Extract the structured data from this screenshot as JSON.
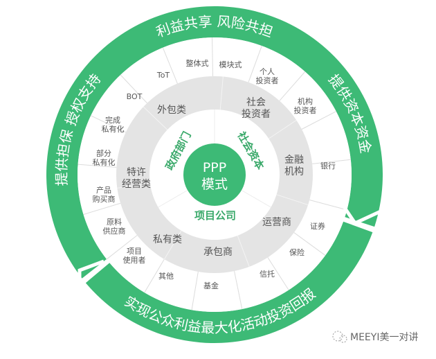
{
  "center": {
    "line1": "PPP",
    "line2": "模式"
  },
  "inner_ring": {
    "government": "政府部门",
    "social_capital": "社会资本",
    "project_company": "项目公司"
  },
  "middle_ring": {
    "outsourcing": "外包类",
    "social_investors": [
      "社会",
      "投资者"
    ],
    "financial_institutions": [
      "金融",
      "机构"
    ],
    "operators": "运营商",
    "contractors": "承包商",
    "private": "私有类",
    "franchise": [
      "特许",
      "经营类"
    ]
  },
  "outer_ring": {
    "tot": "ToT",
    "integrated": "整体式",
    "modular": "模块式",
    "individual_investors": [
      "个人",
      "投资者"
    ],
    "institutional_investors": [
      "机构",
      "投资者"
    ],
    "bank": "银行",
    "securities": "证券",
    "insurance": "保险",
    "trust": "信托",
    "fund": "基金",
    "other": "其他",
    "project_users": [
      "项目",
      "使用者"
    ],
    "raw_material_suppliers": [
      "原料",
      "供应商"
    ],
    "product_buyers": [
      "产品",
      "购买商"
    ],
    "partial_privatization": [
      "部分",
      "私有化"
    ],
    "full_privatization": [
      "完成",
      "私有化"
    ],
    "bot": "BOT"
  },
  "green_ring": {
    "top": "利益共享 风险共担",
    "right": "提供资本资金",
    "bottom": "实现公众利益最大化活动投资回报",
    "left": "提供担保 授权支持"
  },
  "watermark": "MEEYI美一对讲",
  "colors": {
    "green": "#3dba76",
    "gray": "#e4e4e4",
    "text": "#555555",
    "inner_text": "#3aa96a"
  }
}
